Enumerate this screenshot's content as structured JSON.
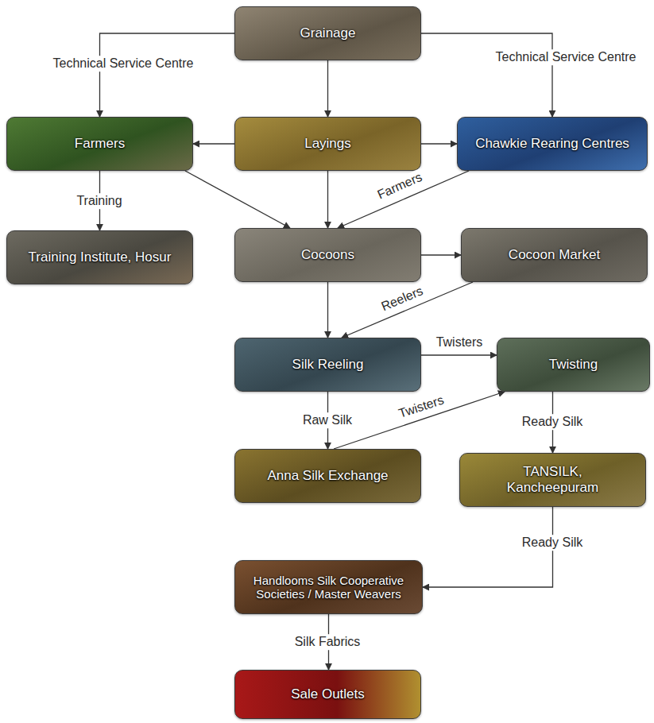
{
  "diagram": {
    "nodes": [
      {
        "text": [
          "Grainage"
        ]
      },
      {
        "text": [
          "Farmers"
        ]
      },
      {
        "text": [
          "Layings"
        ]
      },
      {
        "text": [
          "Chawkie Rearing Centres"
        ]
      },
      {
        "text": [
          "Training Institute, Hosur"
        ]
      },
      {
        "text": [
          "Cocoons"
        ]
      },
      {
        "text": [
          "Cocoon Market"
        ]
      },
      {
        "text": [
          "Silk Reeling"
        ]
      },
      {
        "text": [
          "Twisting"
        ]
      },
      {
        "text": [
          "Anna Silk Exchange"
        ]
      },
      {
        "text": [
          "TANSILK, Kancheepuram"
        ]
      },
      {
        "text": [
          "Handlooms Silk Cooperative Societies / Master Weavers"
        ]
      },
      {
        "text": [
          "Sale Outlets"
        ]
      }
    ],
    "edges": [
      {
        "from": 0,
        "to": 1,
        "label": "Technical Service Centre",
        "arrow": "to"
      },
      {
        "from": 0,
        "to": 3,
        "label": "Technical Service Centre",
        "arrow": "to"
      },
      {
        "from": 0,
        "to": 2,
        "arrow": "to"
      },
      {
        "from": 2,
        "to": 1,
        "arrow": "to"
      },
      {
        "from": 2,
        "to": 3,
        "arrow": "to"
      },
      {
        "from": 2,
        "to": 5,
        "arrow": "to"
      },
      {
        "from": 1,
        "to": 5,
        "arrow": "to"
      },
      {
        "from": 3,
        "to": 5,
        "label": "Farmers",
        "arrow": "to"
      },
      {
        "from": 1,
        "to": 4,
        "label": "Training",
        "arrow": "to"
      },
      {
        "from": 5,
        "to": 6,
        "arrow": "to"
      },
      {
        "from": 5,
        "to": 7,
        "arrow": "to"
      },
      {
        "from": 6,
        "to": 7,
        "label": "Reelers",
        "arrow": "to"
      },
      {
        "from": 7,
        "to": 8,
        "label": "Twisters",
        "arrow": "to"
      },
      {
        "from": 7,
        "to": 9,
        "label": "Raw Silk",
        "arrow": "to"
      },
      {
        "from": 9,
        "to": 8,
        "label": "Twisters",
        "arrow": "to"
      },
      {
        "from": 8,
        "to": 10,
        "label": "Ready Silk",
        "arrow": "to"
      },
      {
        "from": 10,
        "to": 11,
        "label": "Ready Silk",
        "arrow": "to"
      },
      {
        "from": 11,
        "to": 12,
        "label": "Silk Fabrics",
        "arrow": "to"
      }
    ]
  }
}
